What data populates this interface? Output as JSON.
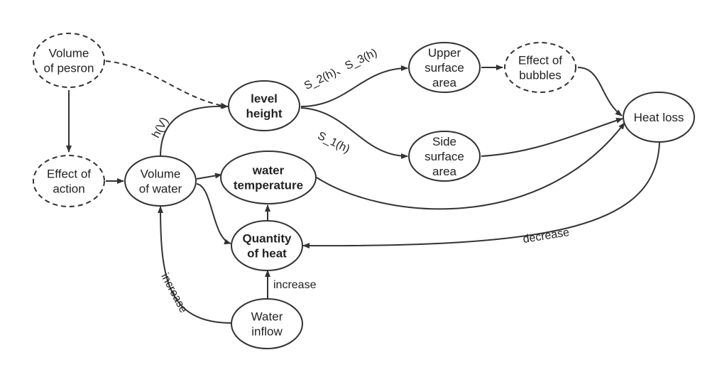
{
  "nodes": {
    "volume_of_person": {
      "lines": [
        "Volume",
        "of pesron"
      ],
      "dashed": true,
      "bold": false
    },
    "effect_of_action": {
      "lines": [
        "Effect of",
        "action"
      ],
      "dashed": true,
      "bold": false
    },
    "volume_of_water": {
      "lines": [
        "Volume",
        "of water"
      ],
      "dashed": false,
      "bold": false
    },
    "level_height": {
      "lines": [
        "level",
        "height"
      ],
      "dashed": false,
      "bold": true
    },
    "water_temperature": {
      "lines": [
        "water",
        "temperature"
      ],
      "dashed": false,
      "bold": true
    },
    "quantity_of_heat": {
      "lines": [
        "Quantity",
        "of heat"
      ],
      "dashed": false,
      "bold": true
    },
    "water_inflow": {
      "lines": [
        "Water",
        "inflow"
      ],
      "dashed": false,
      "bold": false
    },
    "upper_surface_area": {
      "lines": [
        "Upper",
        "surface",
        "area"
      ],
      "dashed": false,
      "bold": false
    },
    "side_surface_area": {
      "lines": [
        "Side",
        "surface",
        "area"
      ],
      "dashed": false,
      "bold": false
    },
    "effect_of_bubbles": {
      "lines": [
        "Effect of",
        "bubbles"
      ],
      "dashed": true,
      "bold": false
    },
    "heat_loss": {
      "lines": [
        "Heat loss"
      ],
      "dashed": false,
      "bold": false
    }
  },
  "edges": {
    "person_to_action": {
      "from": "Volume of pesron",
      "to": "Effect of action",
      "dashed": false
    },
    "person_to_level": {
      "from": "Volume of pesron",
      "to": "level height",
      "dashed": true
    },
    "action_to_water": {
      "from": "Effect of action",
      "to": "Volume of water",
      "dashed": false
    },
    "water_to_level": {
      "from": "Volume of water",
      "to": "level height",
      "label": "h(V)",
      "dashed": false
    },
    "water_to_temp": {
      "from": "Volume of water",
      "to": "water temperature",
      "dashed": false
    },
    "water_to_heat": {
      "from": "Volume of water",
      "to": "Quantity of heat",
      "dashed": false
    },
    "level_to_upper": {
      "from": "level height",
      "to": "Upper surface area",
      "label": "S_2(h)、S_3(h)",
      "dashed": false
    },
    "level_to_side": {
      "from": "level height",
      "to": "Side surface area",
      "label": "S_1(h)",
      "dashed": false
    },
    "upper_to_bubbles": {
      "from": "Upper surface area",
      "to": "Effect of bubbles",
      "dashed": false
    },
    "bubbles_to_loss": {
      "from": "Effect of bubbles",
      "to": "Heat loss",
      "dashed": false
    },
    "side_to_loss": {
      "from": "Side surface area",
      "to": "Heat loss",
      "dashed": false
    },
    "temp_to_loss": {
      "from": "water temperature",
      "to": "Heat loss",
      "dashed": false
    },
    "loss_to_heat": {
      "from": "Heat loss",
      "to": "Quantity of heat",
      "label": "decrease",
      "dashed": false
    },
    "heat_to_temp": {
      "from": "Quantity of heat",
      "to": "water temperature",
      "dashed": false
    },
    "inflow_to_heat": {
      "from": "Water inflow",
      "to": "Quantity of heat",
      "label": "increase",
      "dashed": false
    },
    "inflow_to_water": {
      "from": "Water inflow",
      "to": "Volume of water",
      "label": "increase",
      "dashed": false
    }
  },
  "colors": {
    "stroke": "#333333",
    "text": "#222222",
    "background": "#ffffff"
  }
}
